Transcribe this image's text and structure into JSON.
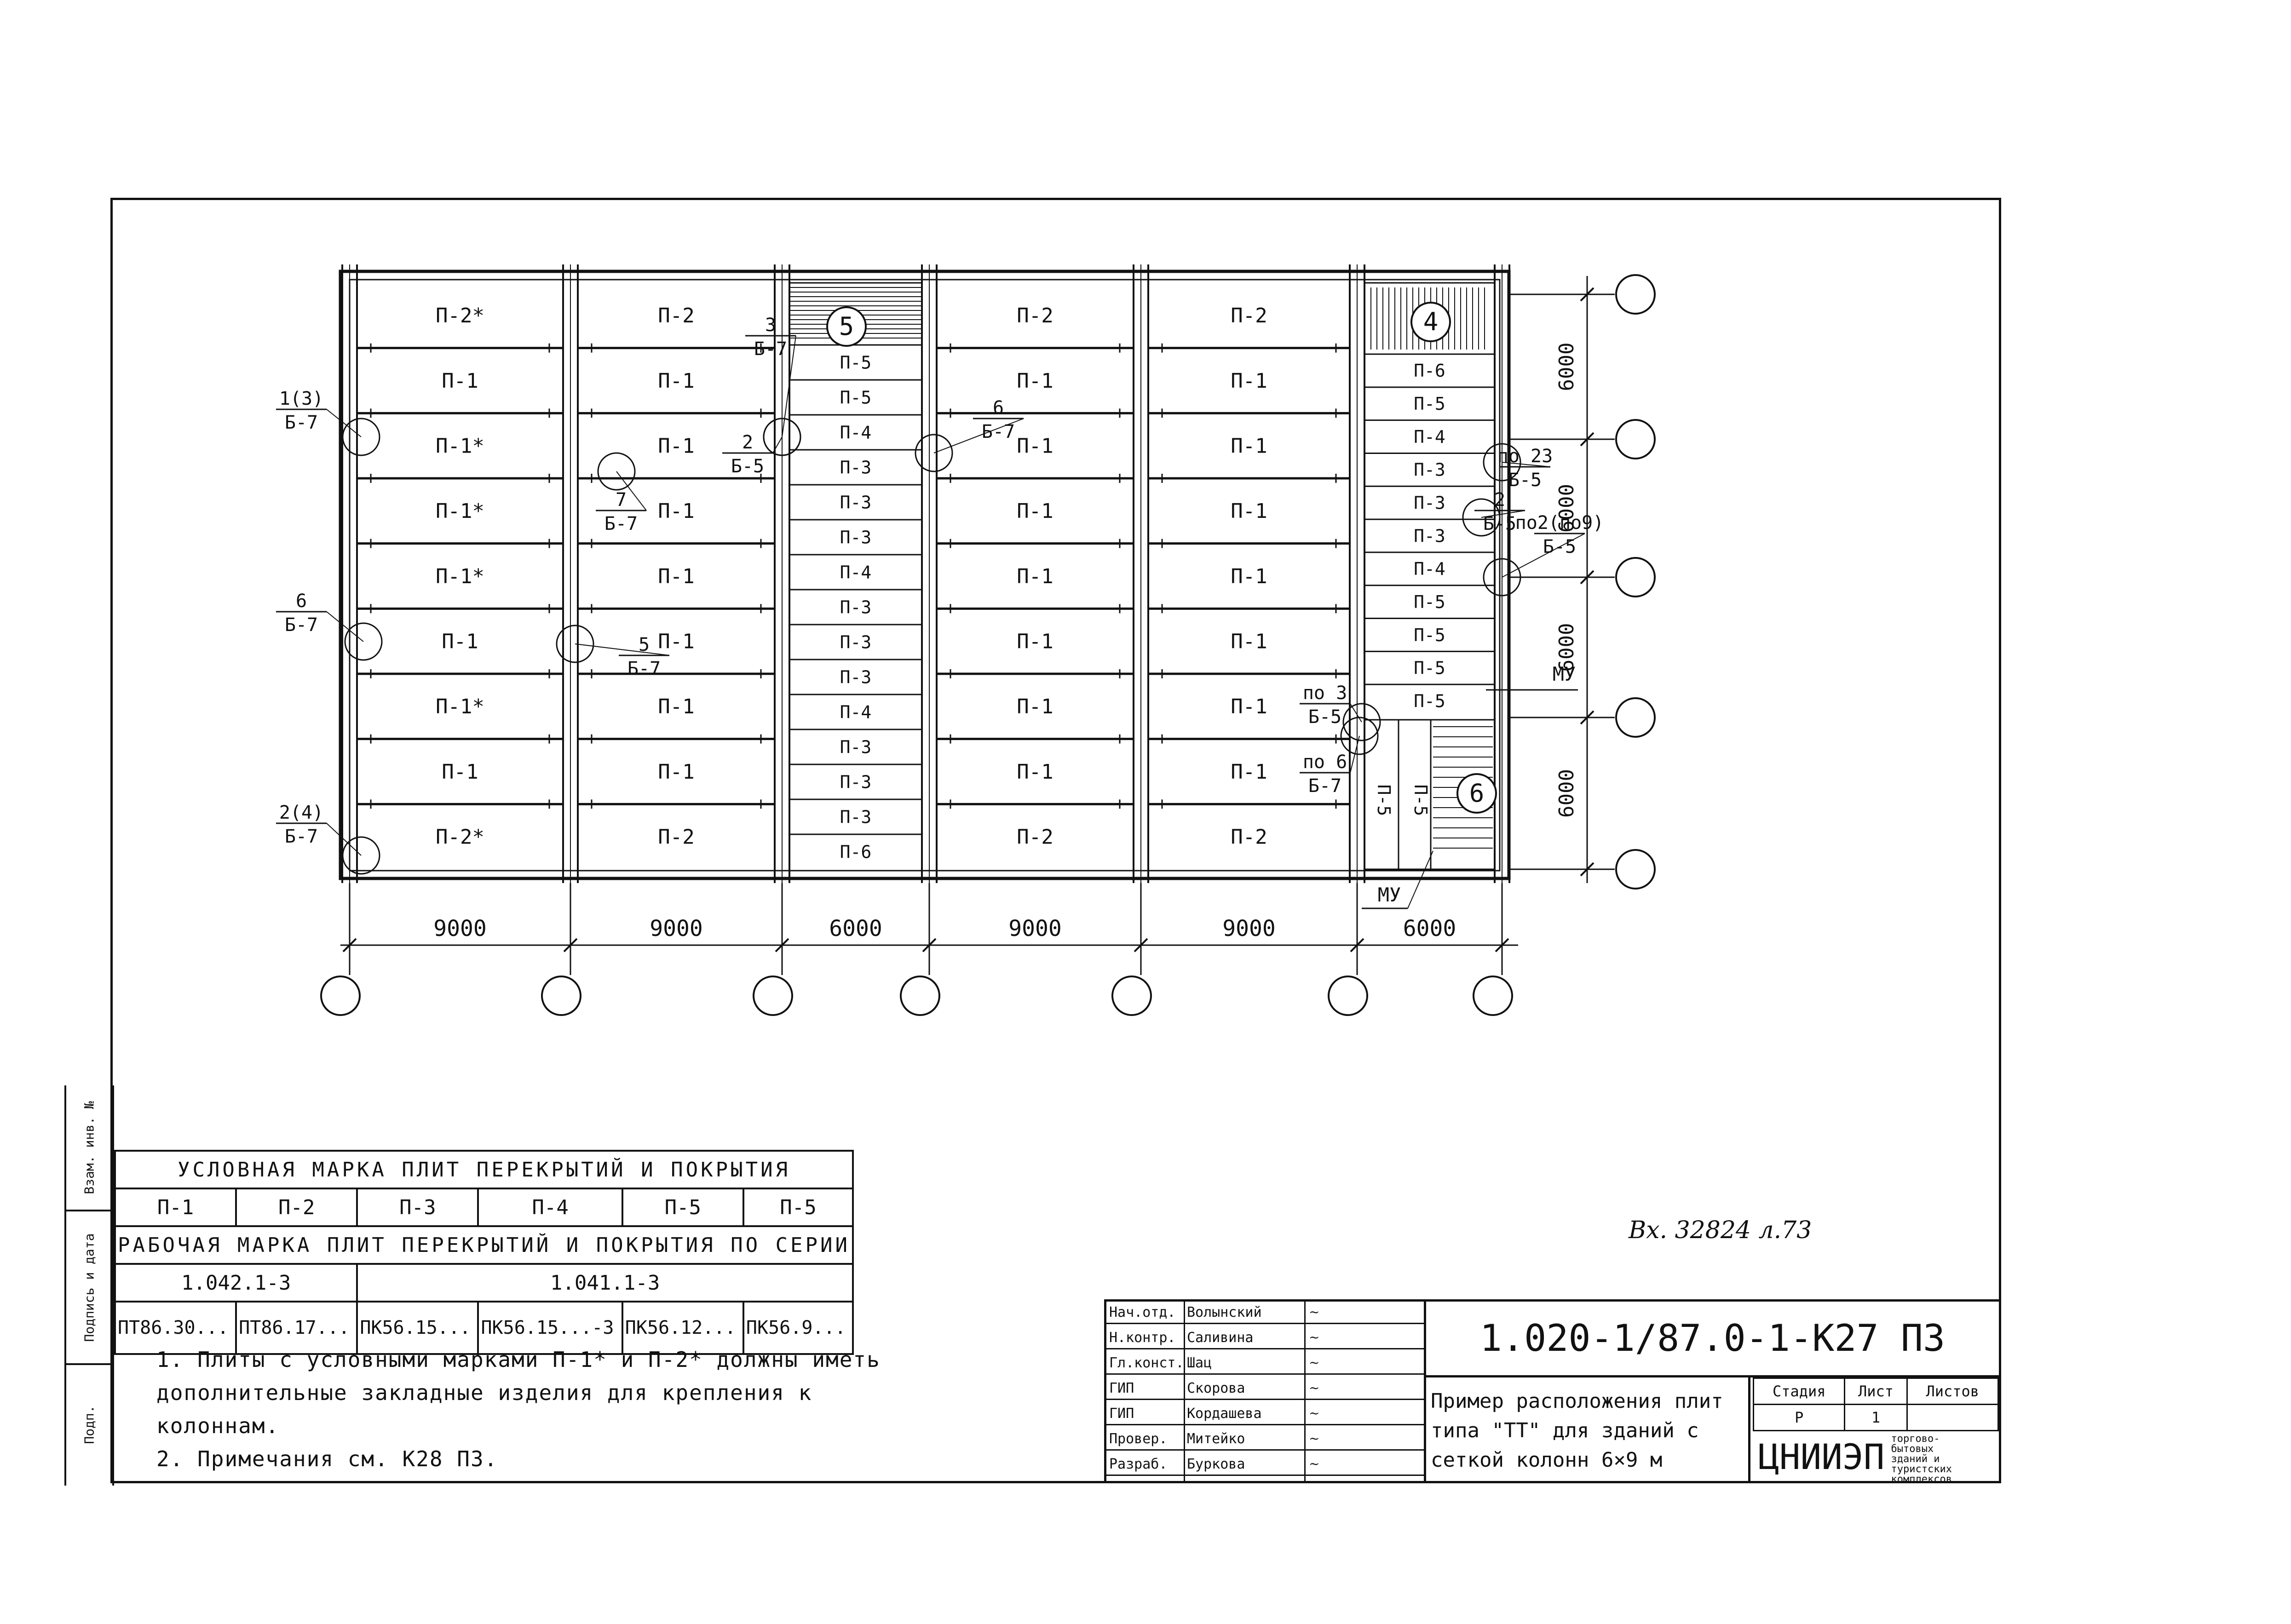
{
  "plan": {
    "bays": [
      "9000",
      "9000",
      "6000",
      "9000",
      "9000",
      "6000"
    ],
    "row_dims": [
      "6000",
      "6000",
      "6000",
      "6000"
    ],
    "columns": [
      {
        "slabs": [
          "П-2*",
          "П-1",
          "П-1*",
          "П-1*",
          "П-1*",
          "П-1",
          "П-1*",
          "П-1",
          "П-2*"
        ]
      },
      {
        "slabs": [
          "П-2",
          "П-1",
          "П-1",
          "П-1",
          "П-1",
          "П-1",
          "П-1",
          "П-1",
          "П-2"
        ]
      },
      {
        "slabs": [
          "П-5",
          "П-5",
          "П-4",
          "П-3",
          "П-3",
          "П-3",
          "П-4",
          "П-3",
          "П-3",
          "П-3",
          "П-4",
          "П-3",
          "П-3",
          "П-3",
          "П-6"
        ]
      },
      {
        "slabs": [
          "П-2",
          "П-1",
          "П-1",
          "П-1",
          "П-1",
          "П-1",
          "П-1",
          "П-1",
          "П-2"
        ]
      },
      {
        "slabs": [
          "П-2",
          "П-1",
          "П-1",
          "П-1",
          "П-1",
          "П-1",
          "П-1",
          "П-1",
          "П-2"
        ]
      },
      {
        "slabs": [
          "П-6",
          "П-5",
          "П-4",
          "П-3",
          "П-3",
          "П-3",
          "П-4",
          "П-5",
          "П-5",
          "П-5",
          "П-5"
        ]
      }
    ],
    "stair_slabs": [
      "П-5",
      "П-5"
    ],
    "stair_numbers": [
      "5",
      "4",
      "6"
    ],
    "callouts": {
      "c1": {
        "top": "1(3)",
        "bottom": "Б-7"
      },
      "c2": {
        "top": "6",
        "bottom": "Б-7"
      },
      "c3": {
        "top": "2(4)",
        "bottom": "Б-7"
      },
      "c4": {
        "top": "7",
        "bottom": "Б-7"
      },
      "c5": {
        "top": "5",
        "bottom": "Б-7"
      },
      "c6": {
        "top": "2",
        "bottom": "Б-5"
      },
      "c7": {
        "top": "3",
        "bottom": "Б-7"
      },
      "c8": {
        "top": "6",
        "bottom": "Б-7"
      },
      "c9": {
        "top": "по 23",
        "bottom": "Б-5"
      },
      "c10": {
        "top": "2",
        "bottom": "Б-5"
      },
      "c11": {
        "top": "по2(по9)",
        "bottom": "Б-5"
      },
      "c12": {
        "top": "по 3",
        "bottom": "Б-5"
      },
      "c13": {
        "top": "по 6",
        "bottom": "Б-7"
      }
    },
    "mu_label": "МУ"
  },
  "legend": {
    "header1": "УСЛОВНАЯ МАРКА ПЛИТ ПЕРЕКРЫТИЙ И ПОКРЫТИЯ",
    "marks": [
      "П-1",
      "П-2",
      "П-3",
      "П-4",
      "П-5",
      "П-5"
    ],
    "header2": "РАБОЧАЯ МАРКА ПЛИТ ПЕРЕКРЫТИЙ И ПОКРЫТИЯ ПО СЕРИИ",
    "series": [
      "1.042.1-3",
      "1.041.1-3"
    ],
    "codes": [
      "ПТ86.30...",
      "ПТ86.17...",
      "ПК56.15...",
      "ПК56.15...-3",
      "ПК56.12...",
      "ПК56.9..."
    ]
  },
  "notes": [
    "1. Плиты с условными марками П-1* и П-2* должны иметь",
    "дополнительные закладные изделия для крепления к",
    "колоннам.",
    "2. Примечания см. К28 ПЗ."
  ],
  "archive_mark": "Вх. 32824 л.73",
  "title_block": {
    "code": "1.020-1/87.0-1-К27 ПЗ",
    "title_lines": [
      "Пример расположения плит",
      "типа \"ТТ\" для зданий с",
      "сеткой колонн 6×9 м"
    ],
    "stage_headers": [
      "Стадия",
      "Лист",
      "Листов"
    ],
    "stage_values": [
      "Р",
      "1",
      ""
    ],
    "org": "ЦНИИЭП",
    "org_sub": "торгово-бытовых зданий и туристских комплексов",
    "signatures": [
      {
        "role": "Нач.отд.",
        "name": "Волынский"
      },
      {
        "role": "Н.контр.",
        "name": "Саливина"
      },
      {
        "role": "Гл.конст.",
        "name": "Шац"
      },
      {
        "role": "ГИП",
        "name": "Скорова"
      },
      {
        "role": "ГИП",
        "name": "Кордашева"
      },
      {
        "role": "Провер.",
        "name": "Митейко"
      },
      {
        "role": "Разраб.",
        "name": "Буркова"
      }
    ]
  },
  "side_stamp": [
    "Взам. инв. №",
    "Подпись и дата",
    "Подп."
  ]
}
